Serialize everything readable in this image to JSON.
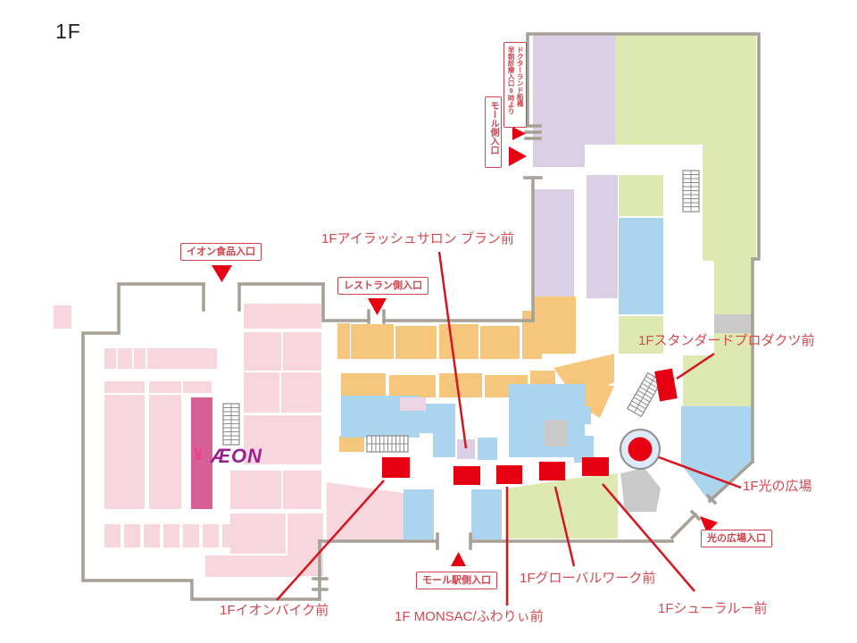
{
  "page": {
    "floor_label": "1F"
  },
  "map": {
    "aeon_logo": "ÆON",
    "yen_symbol": "¥",
    "entrances": [
      {
        "id": "doctor-land-entrance",
        "label": "ドクターランド船橋\n早朝診療入口9時より"
      },
      {
        "id": "mall-side-entrance",
        "label": "モール側入口"
      },
      {
        "id": "aeon-food-entrance",
        "label": "イオン食品入口"
      },
      {
        "id": "restaurant-side-entrance",
        "label": "レストラン側入口"
      },
      {
        "id": "mall-station-side-entrance",
        "label": "モール駅側入口"
      },
      {
        "id": "hikari-plaza-entrance",
        "label": "光の広場入口"
      }
    ],
    "location_labels": [
      {
        "id": "eyelash-salon",
        "label": "1Fアイラッシュサロン ブラン前"
      },
      {
        "id": "standard-products",
        "label": "1Fスタンダードプロダクツ前"
      },
      {
        "id": "hikari-plaza",
        "label": "1F光の広場"
      },
      {
        "id": "global-work",
        "label": "1Fグローバルワーク前"
      },
      {
        "id": "shoelaloo",
        "label": "1Fシューラルー前"
      },
      {
        "id": "monsac-fuwarii",
        "label": "1F MONSAC/ふわりぃ前"
      },
      {
        "id": "aeon-bike",
        "label": "1Fイオンバイク前"
      }
    ],
    "colors": {
      "marker_red": "#e60012",
      "leader_red": "#d7151f",
      "label_red": "#d5494f",
      "entrance_red": "#cf434b",
      "wall_gray": "#a6a096",
      "zone_pink": "#f8d6dd",
      "zone_pink_dark": "#d65f95",
      "zone_orange": "#f6c67c",
      "zone_blue": "#abd4ef",
      "zone_green": "#dde9b0",
      "zone_lavender": "#dbcfe5",
      "zone_gray": "#c9c9c9",
      "aeon_purple": "#9b1f8e",
      "plaza_circle_fill": "#dcebf7"
    }
  }
}
